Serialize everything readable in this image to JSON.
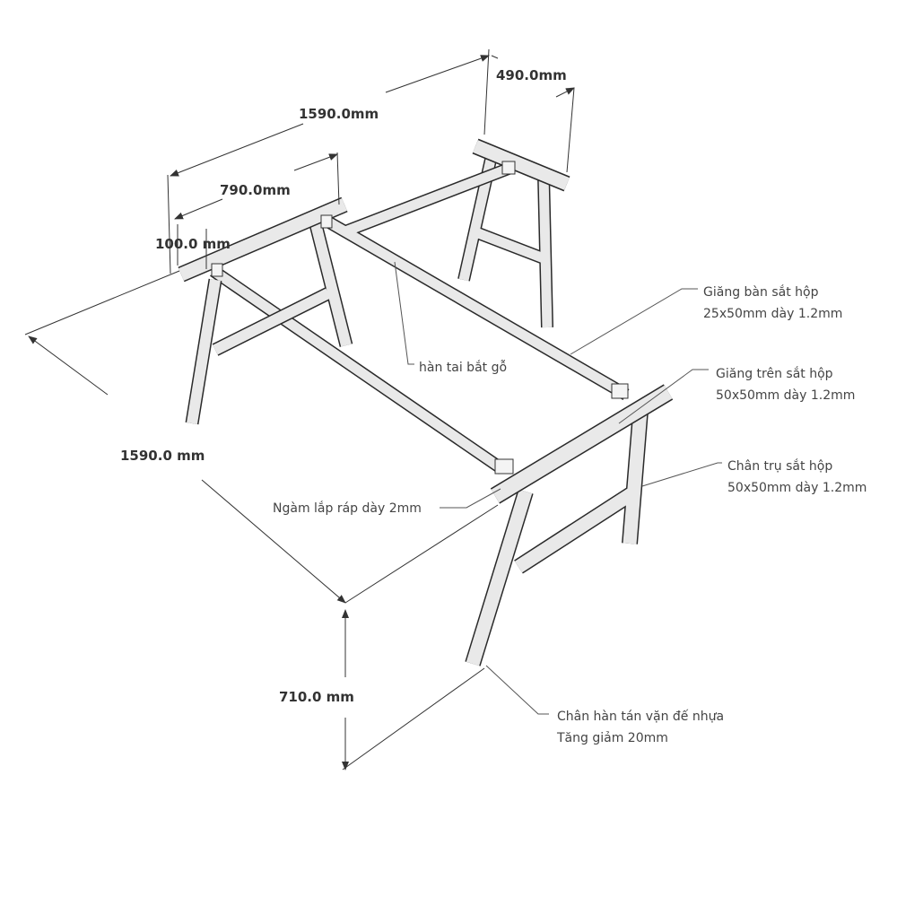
{
  "dimensions": {
    "overall_length_top": "1590.0mm",
    "depth_end": "490.0mm",
    "half_length": "790.0mm",
    "overhang": "100.0 mm",
    "overall_length_side": "1590.0 mm",
    "height": "710.0 mm"
  },
  "notes": {
    "rail": {
      "line1": "Giăng bàn sắt hộp",
      "line2": "25x50mm dày 1.2mm"
    },
    "top_beam": {
      "line1": "Giăng trên sắt hộp",
      "line2": "50x50mm dày 1.2mm"
    },
    "leg": {
      "line1": "Chân trụ sắt hộp",
      "line2": "50x50mm dày 1.2mm"
    },
    "weld_tab": "hàn tai bắt gỗ",
    "joint": "Ngàm lắp ráp dày 2mm",
    "foot": {
      "line1": "Chân hàn tán vặn đế nhựa",
      "line2": "Tăng giảm 20mm"
    }
  }
}
